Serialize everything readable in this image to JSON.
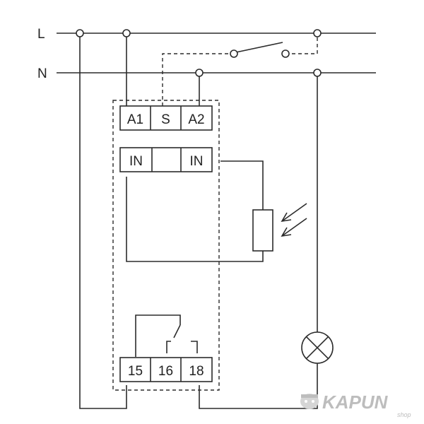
{
  "rails": {
    "live": "L",
    "neutral": "N"
  },
  "supply_terminals": [
    "A1",
    "S",
    "A2"
  ],
  "input_terminals": [
    "IN",
    "",
    "IN"
  ],
  "output_terminals": [
    "15",
    "16",
    "18"
  ],
  "watermark": {
    "brand": "KAPUN",
    "sub": "shop"
  },
  "colors": {
    "line": "#2b2b2b",
    "watermark": "#bdbdbd"
  }
}
